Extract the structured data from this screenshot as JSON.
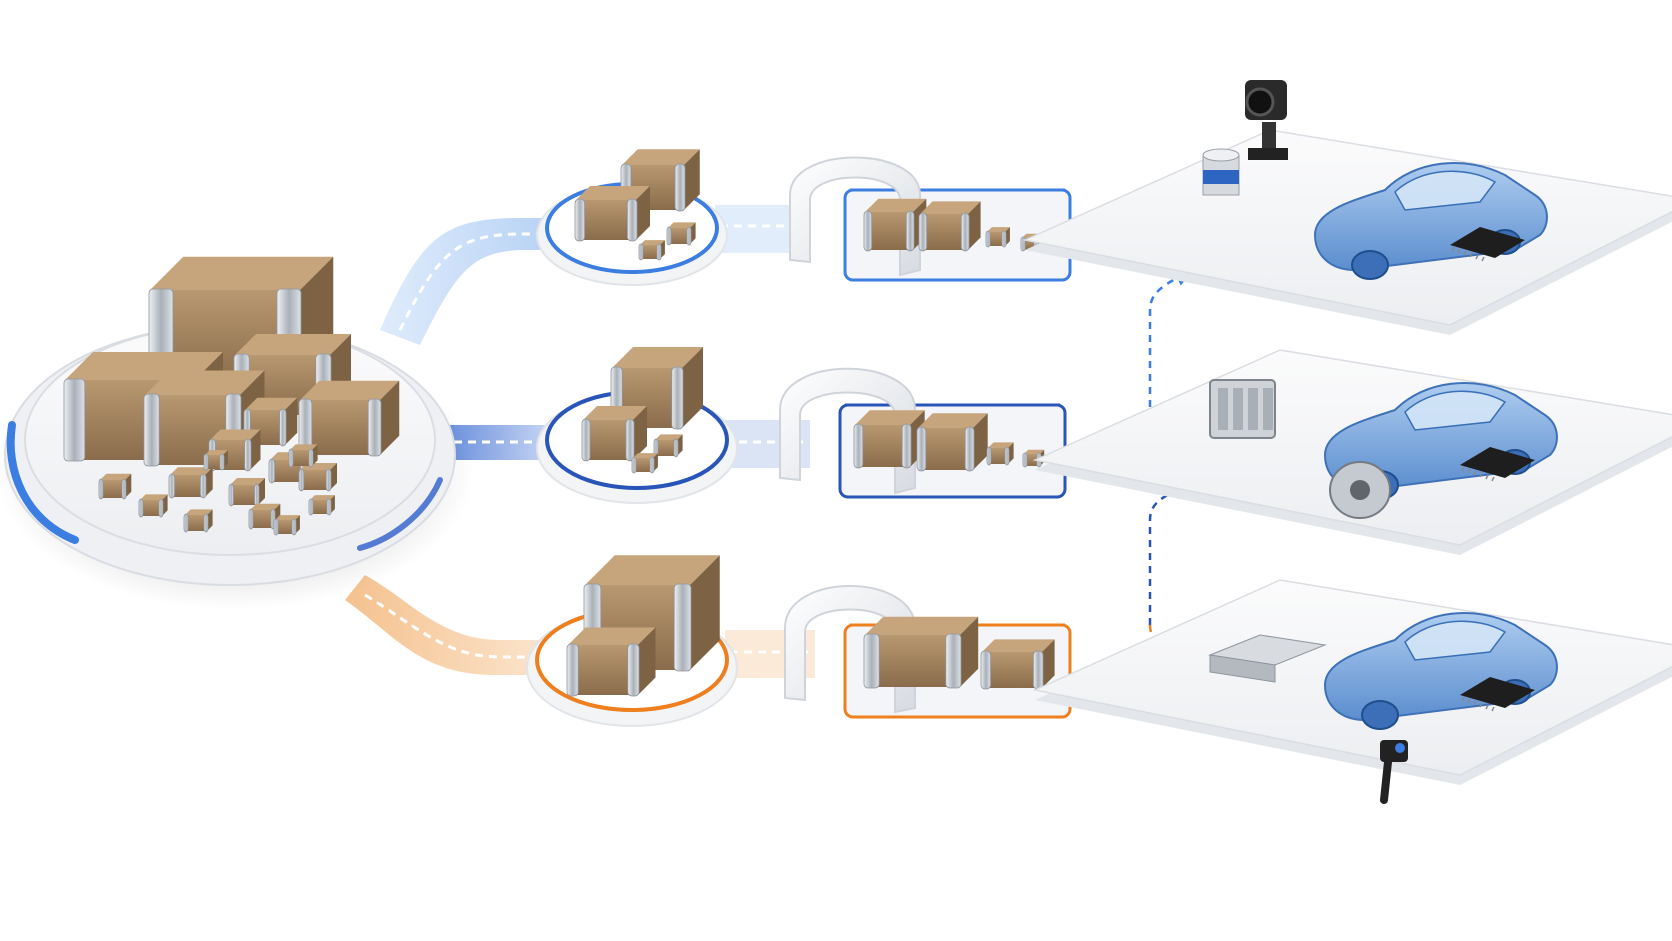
{
  "colors": {
    "background": "#ffffff",
    "chip_body": "#9a7c5a",
    "chip_body_light": "#b89870",
    "chip_cap": "#c9ced4",
    "chip_cap_dark": "#8e959d",
    "platform_top": "#f4f5f7",
    "platform_edge": "#dfe2e7",
    "branch_top": "#4f8fe6",
    "branch_middle": "#2d5fc9",
    "branch_bottom": "#ef8a2a",
    "car_body": "#6d9fd8",
    "car_glass": "#bcd6f2",
    "car_outline": "#2f67b3",
    "ic_chip": "#222222"
  },
  "diagram": {
    "nodes": [
      {
        "id": "source-hub",
        "kind": "component-cluster"
      },
      {
        "id": "sort-top",
        "kind": "component-group",
        "branch": "top"
      },
      {
        "id": "sort-middle",
        "kind": "component-group",
        "branch": "middle"
      },
      {
        "id": "sort-bottom",
        "kind": "component-group",
        "branch": "bottom"
      },
      {
        "id": "process-top",
        "kind": "inspection-tunnel",
        "branch": "top"
      },
      {
        "id": "process-middle",
        "kind": "inspection-tunnel",
        "branch": "middle"
      },
      {
        "id": "process-bottom",
        "kind": "inspection-tunnel",
        "branch": "bottom"
      },
      {
        "id": "app-top",
        "kind": "vehicle-platform",
        "accessories": [
          "camera-icon",
          "lidar-sensor-icon",
          "ic-chip-icon"
        ]
      },
      {
        "id": "app-middle",
        "kind": "vehicle-platform",
        "accessories": [
          "inverter-module-icon",
          "electric-motor-icon",
          "ic-chip-icon"
        ]
      },
      {
        "id": "app-bottom",
        "kind": "vehicle-platform",
        "accessories": [
          "battery-pack-icon",
          "charging-plug-icon",
          "ic-chip-icon"
        ]
      }
    ],
    "edges": [
      {
        "from": "source-hub",
        "to": "sort-top",
        "style": "flow-band"
      },
      {
        "from": "source-hub",
        "to": "sort-middle",
        "style": "flow-band"
      },
      {
        "from": "source-hub",
        "to": "sort-bottom",
        "style": "flow-band"
      },
      {
        "from": "sort-top",
        "to": "process-top",
        "style": "flow-band"
      },
      {
        "from": "sort-middle",
        "to": "process-middle",
        "style": "flow-band"
      },
      {
        "from": "sort-bottom",
        "to": "process-bottom",
        "style": "flow-band"
      },
      {
        "from": "process-top",
        "to": "app-top",
        "style": "dashed-arrow"
      },
      {
        "from": "process-middle",
        "to": "app-middle",
        "style": "dashed-arrow"
      },
      {
        "from": "process-bottom",
        "to": "app-bottom",
        "style": "dashed-arrow"
      },
      {
        "from": "app-middle",
        "to": "app-top",
        "style": "dashed-arrow"
      },
      {
        "from": "app-bottom",
        "to": "app-middle",
        "style": "dashed-arrow"
      }
    ]
  }
}
